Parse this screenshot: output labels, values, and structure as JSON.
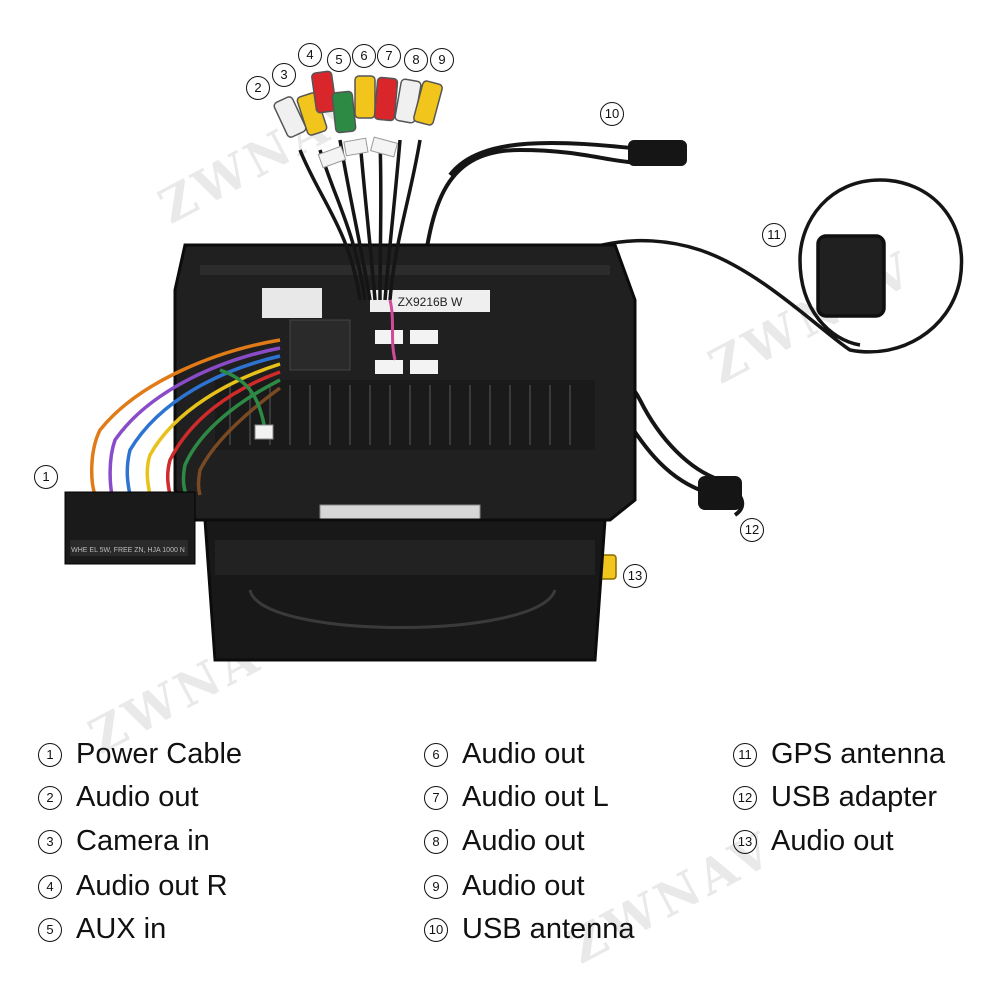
{
  "watermark": "ZWNAV",
  "device": {
    "model_label": "ZX9216B W",
    "harness_label": "WHE EL 5W, FREE ZN, HJA 1000 N"
  },
  "callouts": [
    "1",
    "2",
    "3",
    "4",
    "5",
    "6",
    "7",
    "8",
    "9",
    "10",
    "11",
    "12",
    "13"
  ],
  "legend": {
    "col1": [
      {
        "num": "1",
        "label": "Power Cable"
      },
      {
        "num": "2",
        "label": "Audio out"
      },
      {
        "num": "3",
        "label": "Camera in"
      },
      {
        "num": "4",
        "label": "Audio out R"
      },
      {
        "num": "5",
        "label": "AUX in"
      }
    ],
    "col2": [
      {
        "num": "6",
        "label": "Audio out"
      },
      {
        "num": "7",
        "label": "Audio out L"
      },
      {
        "num": "8",
        "label": "Audio out"
      },
      {
        "num": "9",
        "label": "Audio out"
      },
      {
        "num": "10",
        "label": "USB antenna"
      }
    ],
    "col3": [
      {
        "num": "11",
        "label": "GPS antenna"
      },
      {
        "num": "12",
        "label": "USB adapter"
      },
      {
        "num": "13",
        "label": "Audio out"
      }
    ]
  },
  "colors": {
    "red": "#d8262a",
    "yellow": "#f2c51d",
    "green": "#2d8a45",
    "white": "#f2f2f2",
    "black": "#151515"
  }
}
